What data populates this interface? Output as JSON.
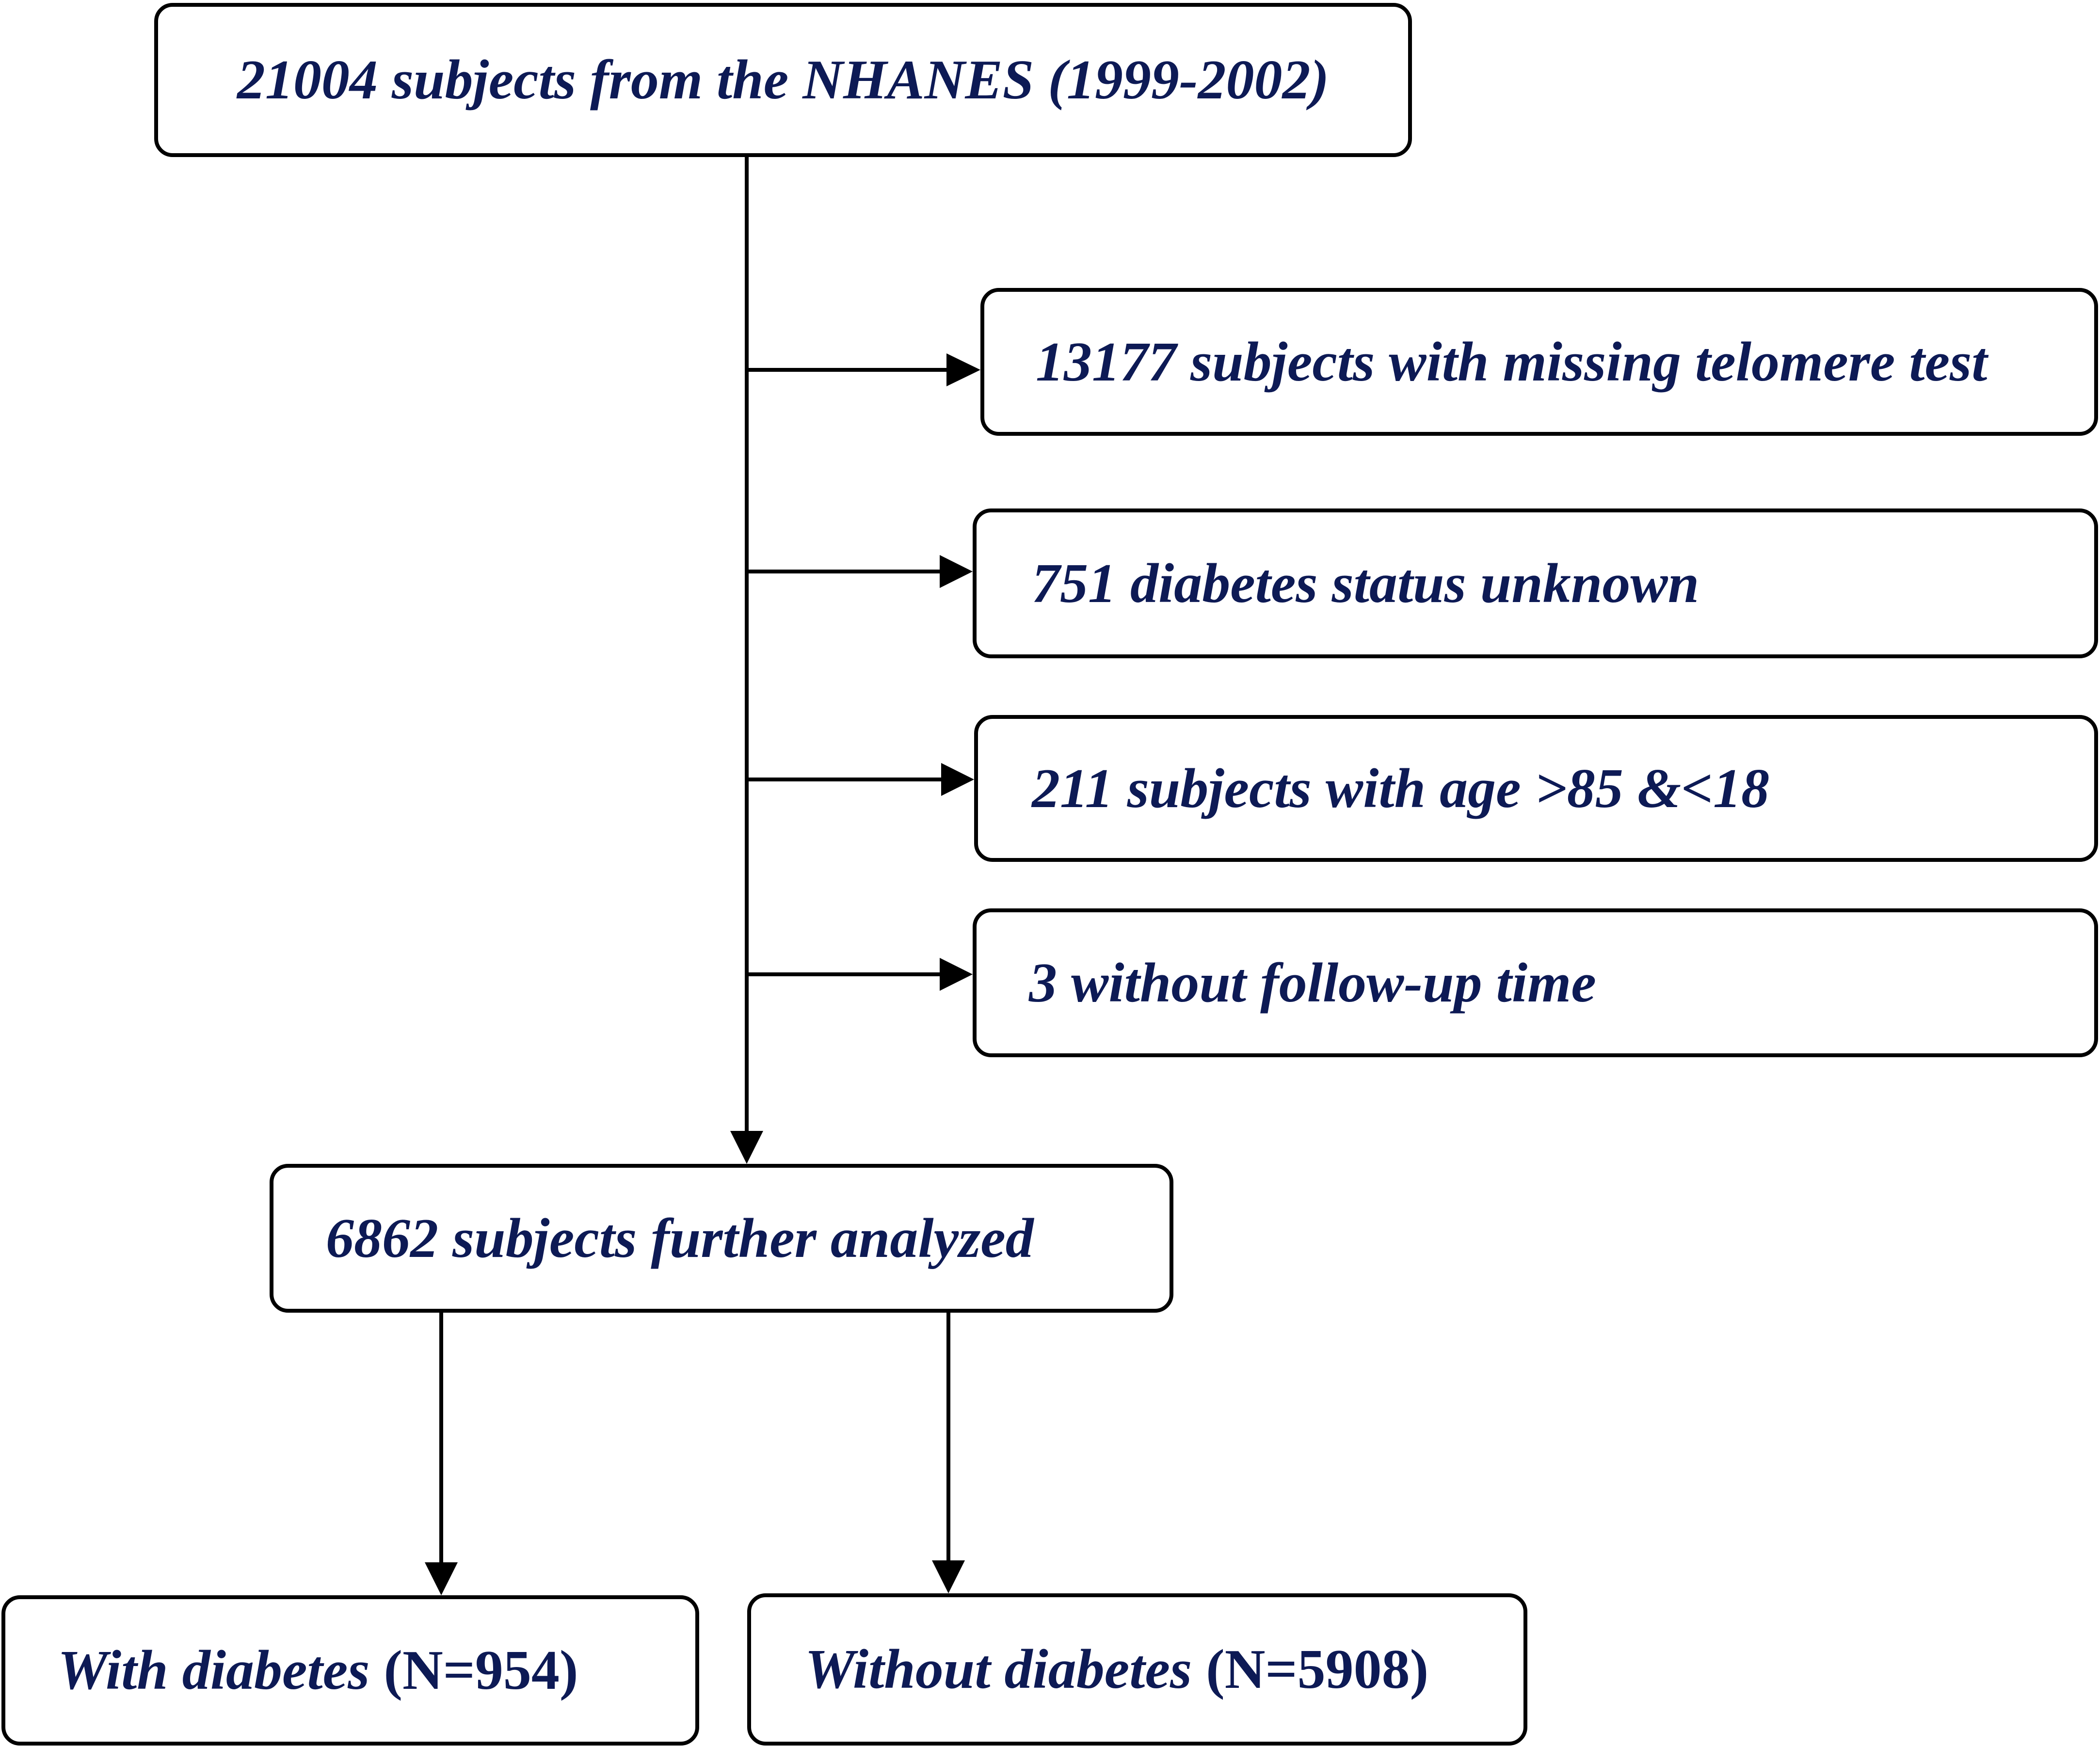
{
  "colors": {
    "text": "#0d1a55",
    "border": "#000000",
    "background": "#ffffff",
    "arrow": "#000000"
  },
  "flow": {
    "source": "21004 subjects from the NHANES (1999-2002)",
    "exclusions": [
      "13177 subjects with missing telomere test",
      "751 diabetes status unknown",
      "211 subjects with age >85 &<18",
      "3 without follow-up time"
    ],
    "analyzed": "6862 subjects further analyzed",
    "groups": [
      {
        "label": "With diabetes",
        "count": "(N=954)"
      },
      {
        "label": "Without diabetes",
        "count": "(N=5908)"
      }
    ]
  }
}
